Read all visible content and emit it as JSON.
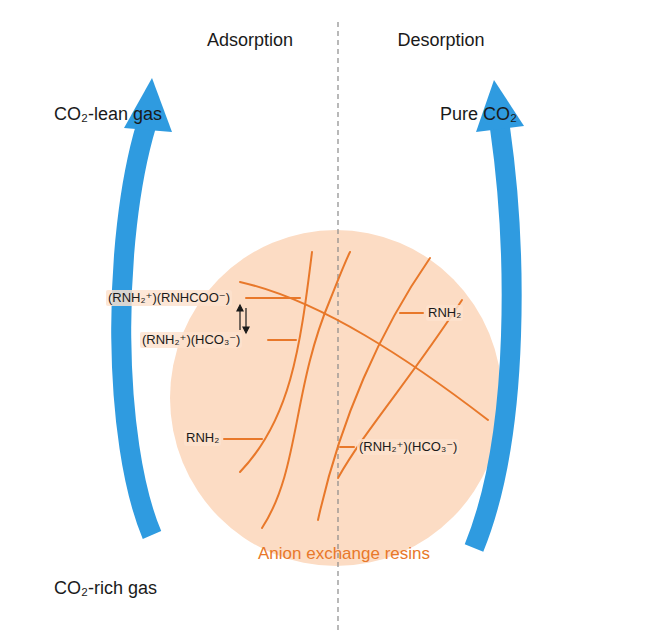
{
  "diagram": {
    "nodes": [
      {
        "text": [
          "Anion exchange resins"
        ]
      }
    ],
    "labels": [
      "Adsorption",
      "Desorption",
      "CO₂-lean gas",
      "Pure CO₂",
      "(RNH₂⁺)(RNHCOO⁻)",
      "(RNH₂⁺)(HCO₃⁻)",
      "RNH₂",
      "RNH₂",
      "(RNH₂⁺)(HCO₃⁻)",
      "CO₂-rich gas"
    ]
  }
}
